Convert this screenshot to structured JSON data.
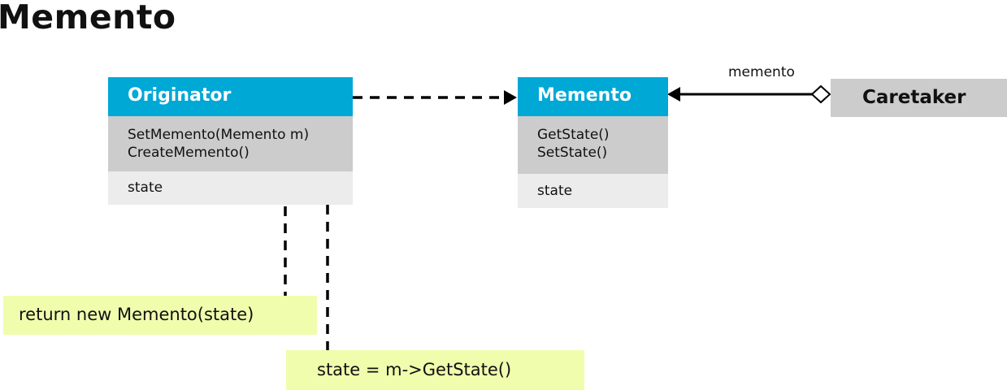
{
  "title": "Memento",
  "originator": {
    "name": "Originator",
    "operations": [
      "SetMemento(Memento m)",
      "CreateMemento()"
    ],
    "attributes": [
      "state"
    ]
  },
  "memento": {
    "name": "Memento",
    "operations": [
      "GetState()",
      "SetState()"
    ],
    "attributes": [
      "state"
    ]
  },
  "caretaker": {
    "name": "Caretaker"
  },
  "association": {
    "label": "memento"
  },
  "notes": {
    "create_memento": "return new Memento(state)",
    "set_memento": "state = m->GetState()"
  },
  "colors": {
    "header": "#00a8d6",
    "operations_bg": "#cccccc",
    "attributes_bg": "#ececec",
    "note_bg": "#f0fdac"
  }
}
